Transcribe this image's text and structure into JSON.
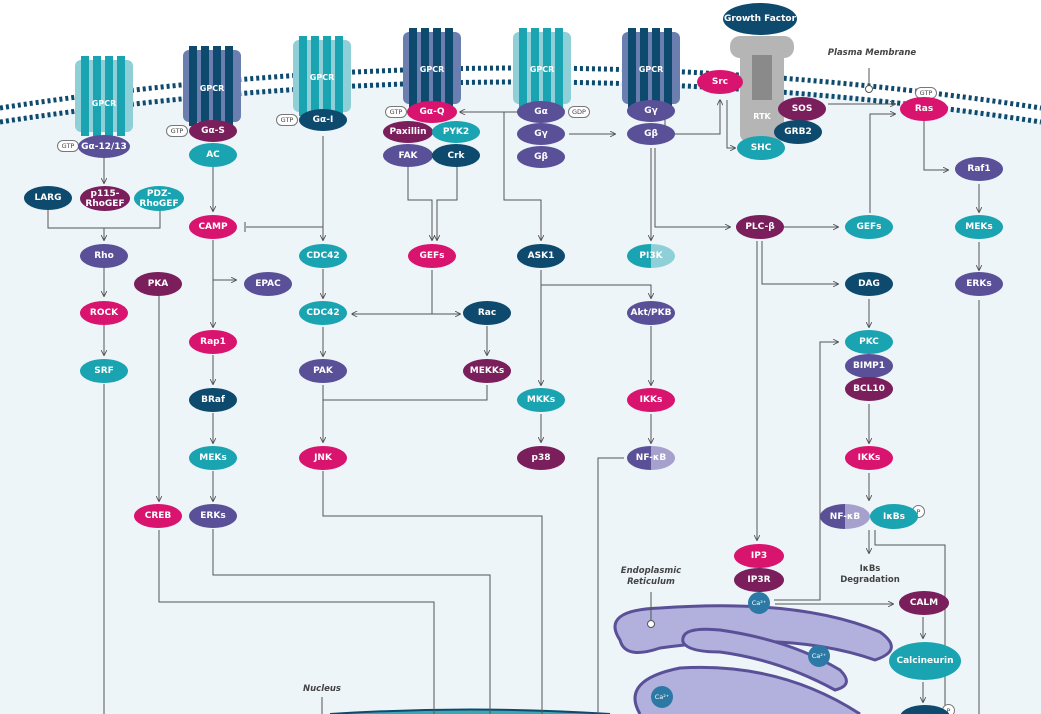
{
  "colors": {
    "magenta": "#d9146f",
    "teal": "#1aa3b0",
    "navy": "#0e4a6e",
    "purple": "#5a5098",
    "plum": "#7a1f5c",
    "light_teal": "#8fd0d8",
    "lavender": "#a6a0cc",
    "membrane": "#0e4a6e",
    "cytoplasm": "#eef5f9"
  },
  "labels": {
    "plasma_membrane": "Plasma Membrane",
    "endoplasmic_reticulum": "Endoplasmic\nReticulum",
    "nucleus": "Nucleus",
    "ixbs_degradation": "IκBs\nDegradation",
    "gpcr": "GPCR",
    "rtk": "RTK",
    "gtp": "GTP",
    "gdp": "GDP",
    "p": "P",
    "growth_factor": "Growth Factor"
  },
  "nodes": {
    "ga1213": "Gα-12/13",
    "gas": "Gα-S",
    "gai": "Gα-I",
    "gaq": "Gα-Q",
    "ga": "Gα",
    "gy1": "Gγ",
    "gb1": "Gβ",
    "gy2": "Gγ",
    "gb2": "Gβ",
    "src": "Src",
    "sos": "SOS",
    "grb2": "GRB2",
    "shc": "SHC",
    "ras": "Ras",
    "ac": "AC",
    "paxillin": "Paxillin",
    "pyk2": "PYK2",
    "fak": "FAK",
    "crk": "Crk",
    "larg": "LARG",
    "p115": "p115-\nRhoGEF",
    "pdz": "PDZ-\nRhoGEF",
    "camp": "CAMP",
    "cdc42a": "CDC42",
    "gefs1": "GEFs",
    "ask1": "ASK1",
    "pi3k": "PI3K",
    "plcb": "PLC-β",
    "gefs2": "GEFs",
    "raf1": "Raf1",
    "rho": "Rho",
    "pka": "PKA",
    "epac": "EPAC",
    "dag": "DAG",
    "meks1": "MEKs",
    "erks1": "ERKs",
    "rock": "ROCK",
    "cdc42b": "CDC42",
    "rac": "Rac",
    "aktpkb": "Akt/PKB",
    "rap1": "Rap1",
    "pkc": "PKC",
    "bimp1": "BIMP1",
    "bcl10": "BCL10",
    "srf": "SRF",
    "pak": "PAK",
    "mekks": "MEKKs",
    "braf": "BRaf",
    "mkks": "MKKs",
    "ikks1": "IKKs",
    "meks2": "MEKs",
    "jnk": "JNK",
    "p38": "p38",
    "nfkb1": "NF-κB",
    "ikks2": "IKKs",
    "creb": "CREB",
    "erks2": "ERKs",
    "nfkb2": "NF-κB",
    "ixbs": "IκBs",
    "ip3": "IP3",
    "ip3r": "IP3R",
    "calm": "CALM",
    "calcineurin": "Calcineurin",
    "ca1": "Ca²⁺",
    "ca2": "Ca²⁺",
    "ca3": "Ca²⁺"
  }
}
